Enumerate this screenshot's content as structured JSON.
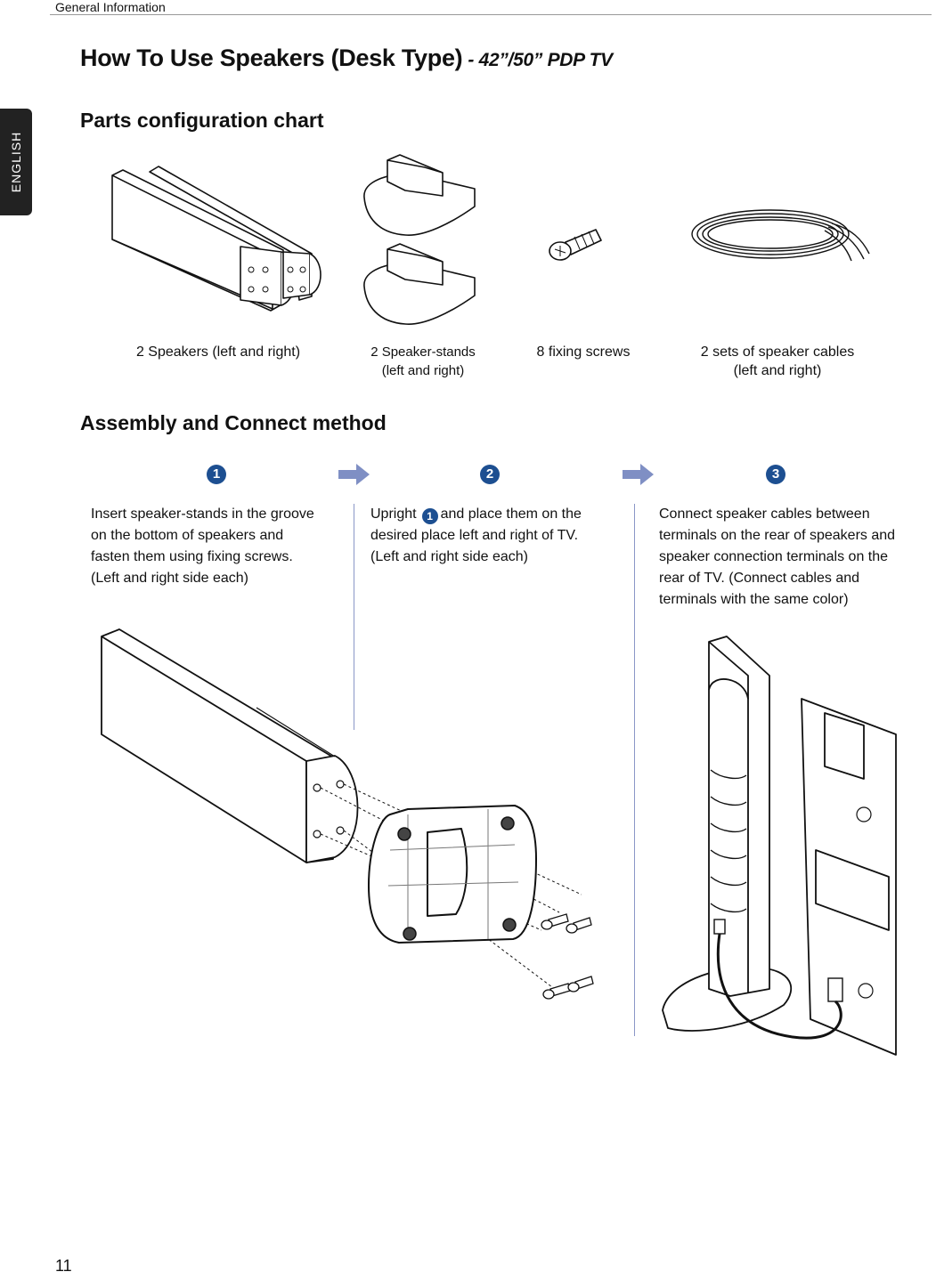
{
  "header": {
    "section": "General Information",
    "side_tab": "ENGLISH"
  },
  "title": {
    "main": "How To Use Speakers (Desk Type)",
    "sub": "- 42”/50” PDP TV"
  },
  "parts": {
    "heading": "Parts configuration chart",
    "items": [
      {
        "label": "2 Speakers (left and right)",
        "icon": "speakers-illustration"
      },
      {
        "label_line1": "2 Speaker-stands",
        "label_line2": "(left and right)",
        "icon": "speaker-stands-illustration"
      },
      {
        "label": "8 fixing screws",
        "icon": "screw-illustration"
      },
      {
        "label_line1": "2 sets of speaker cables",
        "label_line2": "(left and right)",
        "icon": "cable-illustration"
      }
    ]
  },
  "assembly": {
    "heading": "Assembly and Connect method",
    "steps": [
      {
        "number": "1",
        "lines": [
          "Insert speaker-stands in the groove",
          "on the bottom of speakers and",
          "fasten them using fixing screws.",
          "(Left and right side each)"
        ]
      },
      {
        "number": "2",
        "lead": "Upright",
        "inline_number": "1",
        "lines": [
          "and place them on the",
          "desired place left and right of TV.",
          "(Left and right side each)"
        ]
      },
      {
        "number": "3",
        "lines": [
          "Connect speaker cables between",
          "terminals on the rear of speakers and",
          "speaker connection terminals  on the",
          "rear of TV. (Connect cables and",
          "terminals with the same color)"
        ]
      }
    ]
  },
  "colors": {
    "accent": "#1d4f91",
    "arrow": "#7f8fc4",
    "rule": "#8a97c7"
  },
  "page_number": "11"
}
